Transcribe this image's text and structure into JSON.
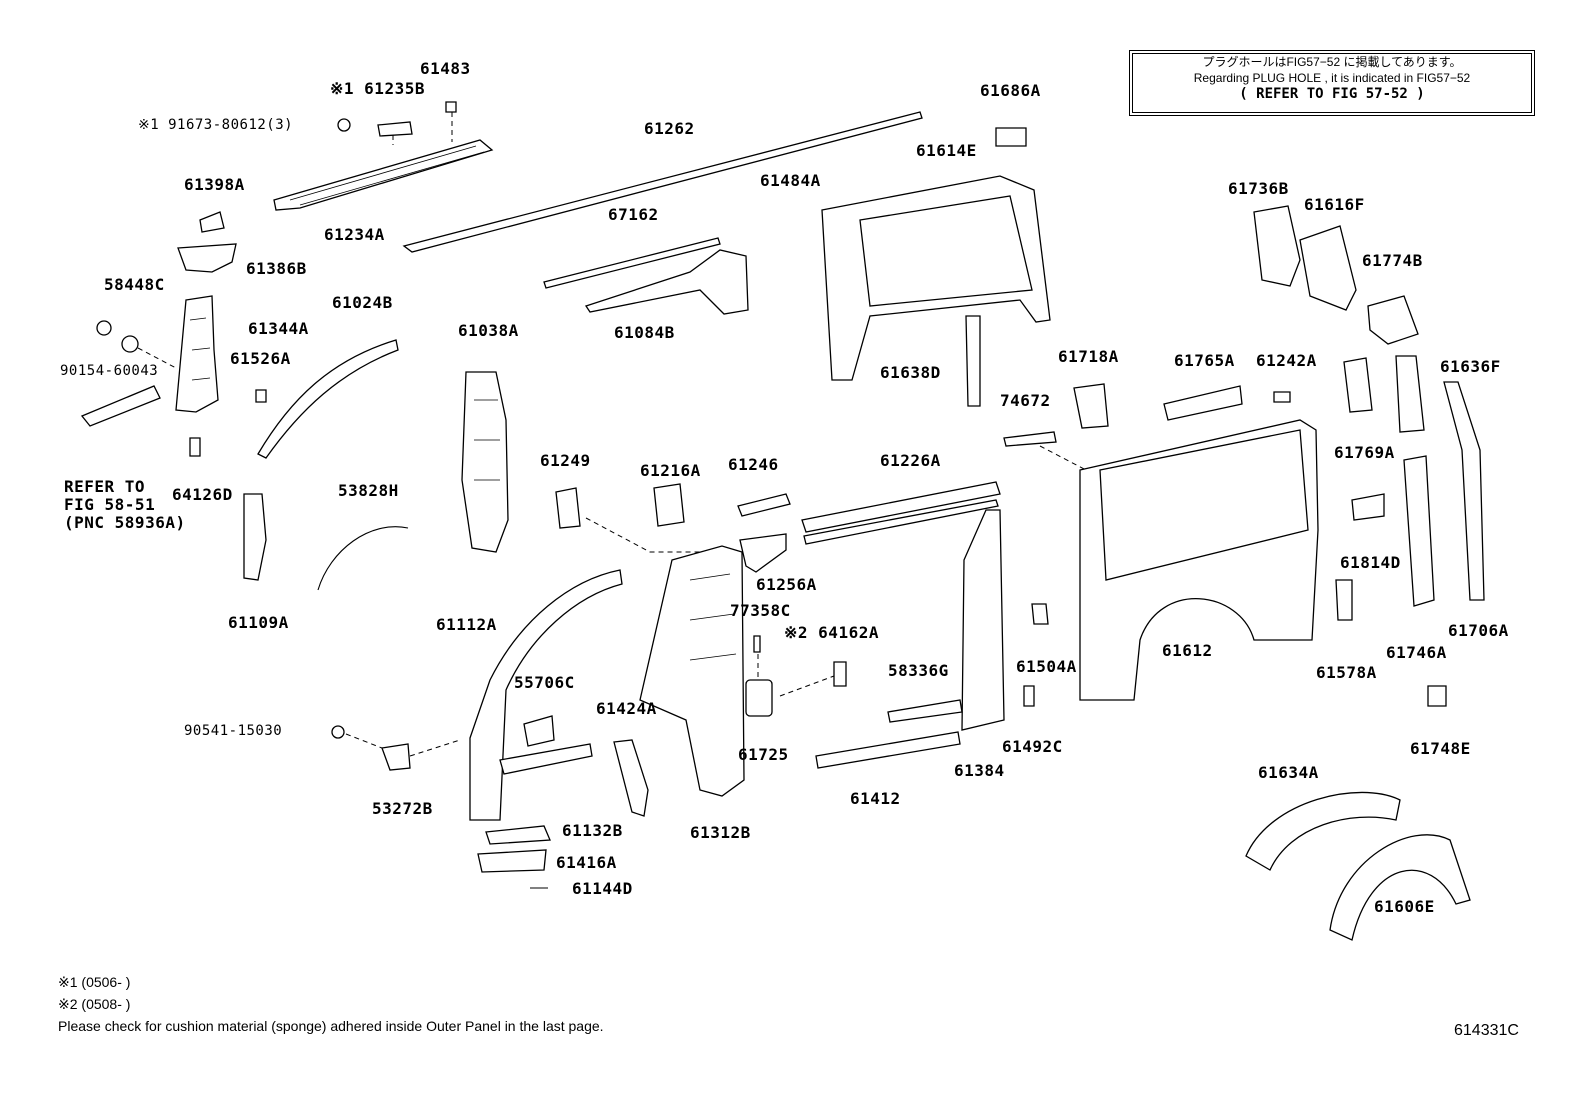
{
  "note": {
    "line1": "プラグホールはFIG57−52 に掲載してあります。",
    "line2": "Regarding PLUG HOLE , it is indicated in FIG57−52",
    "line3": "( REFER TO FIG 57-52 )"
  },
  "parts": {
    "p61483": "61483",
    "p61235B": "※1 61235B",
    "p91673": "※1 91673-80612(3)",
    "p61262": "61262",
    "p61686A": "61686A",
    "p61614E": "61614E",
    "p61484A": "61484A",
    "p61398A": "61398A",
    "p61234A": "61234A",
    "p67162": "67162",
    "p61736B": "61736B",
    "p61616F": "61616F",
    "p61386B": "61386B",
    "p58448C": "58448C",
    "p61024B": "61024B",
    "p61344A": "61344A",
    "p61084B": "61084B",
    "p61774B": "61774B",
    "p61038A": "61038A",
    "p61526A": "61526A",
    "p90154": "90154-60043",
    "p61638D": "61638D",
    "p61718A": "61718A",
    "p61765A": "61765A",
    "p61242A": "61242A",
    "p61636F": "61636F",
    "p74672": "74672",
    "p61769A": "61769A",
    "p61249": "61249",
    "p61216A": "61216A",
    "p61246": "61246",
    "p61226A": "61226A",
    "p64126D": "64126D",
    "p53828H": "53828H",
    "p61814D": "61814D",
    "p61256A": "61256A",
    "p77358C": "77358C",
    "p61109A": "61109A",
    "p61112A": "61112A",
    "p64162A": "※2 64162A",
    "p61706A": "61706A",
    "p61612": "61612",
    "p61746A": "61746A",
    "p55706C": "55706C",
    "p58336G": "58336G",
    "p61504A": "61504A",
    "p61578A": "61578A",
    "p61424A": "61424A",
    "p90541": "90541-15030",
    "p61725": "61725",
    "p61492C": "61492C",
    "p61748E": "61748E",
    "p61384": "61384",
    "p61634A": "61634A",
    "p53272B": "53272B",
    "p61412": "61412",
    "p61132B": "61132B",
    "p61312B": "61312B",
    "p61416A": "61416A",
    "p61144D": "61144D",
    "p61606E": "61606E",
    "refer1": "REFER TO",
    "refer2": "FIG 58-51",
    "refer3": "(PNC 58936A)"
  },
  "footer": {
    "note1": "※1 (0506-        )",
    "note2": "※2 (0508-        )",
    "note3": "Please check for cushion material (sponge) adhered inside Outer Panel in the last page.",
    "code": "614331C"
  }
}
